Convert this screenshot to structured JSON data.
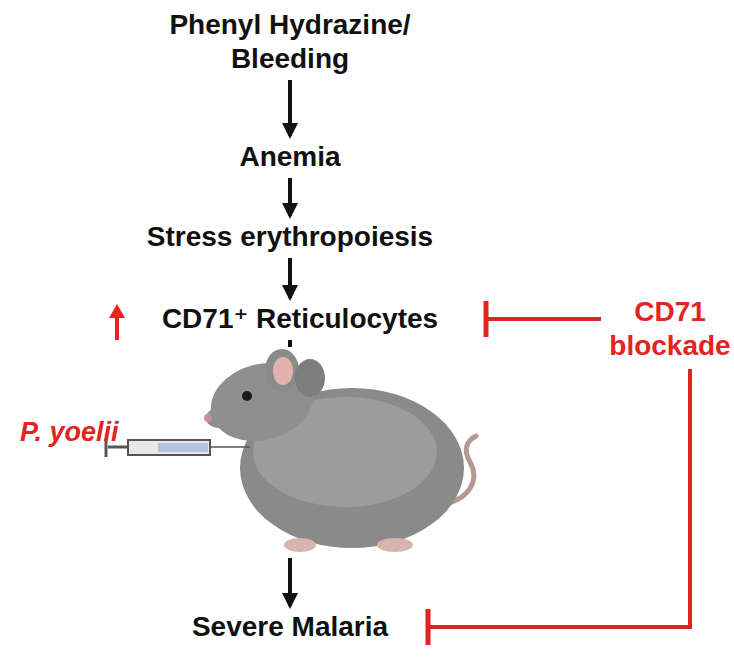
{
  "diagram": {
    "nodes": [
      {
        "text": [
          "Phenyl Hydrazine/ Bleeding"
        ]
      },
      {
        "text": [
          "Anemia"
        ]
      },
      {
        "text": [
          "Stress erythropoiesis"
        ]
      },
      {
        "text": [
          "CD71⁺ Reticulocytes"
        ]
      },
      {
        "text": [
          "CD71 blockade"
        ]
      },
      {
        "text": [
          "Severe Malaria"
        ]
      }
    ],
    "edges": [
      {
        "from": 0,
        "to": 1,
        "arrow": "to"
      },
      {
        "from": 1,
        "to": 2,
        "arrow": "to"
      },
      {
        "from": 2,
        "to": 3,
        "arrow": "to"
      },
      {
        "from": 3,
        "to": 5,
        "arrow": "to"
      },
      {
        "from": 4,
        "to": 3,
        "arrow": "to"
      },
      {
        "from": 4,
        "to": 5,
        "arrow": "to"
      }
    ],
    "labels": [
      "P. yoelii"
    ]
  }
}
